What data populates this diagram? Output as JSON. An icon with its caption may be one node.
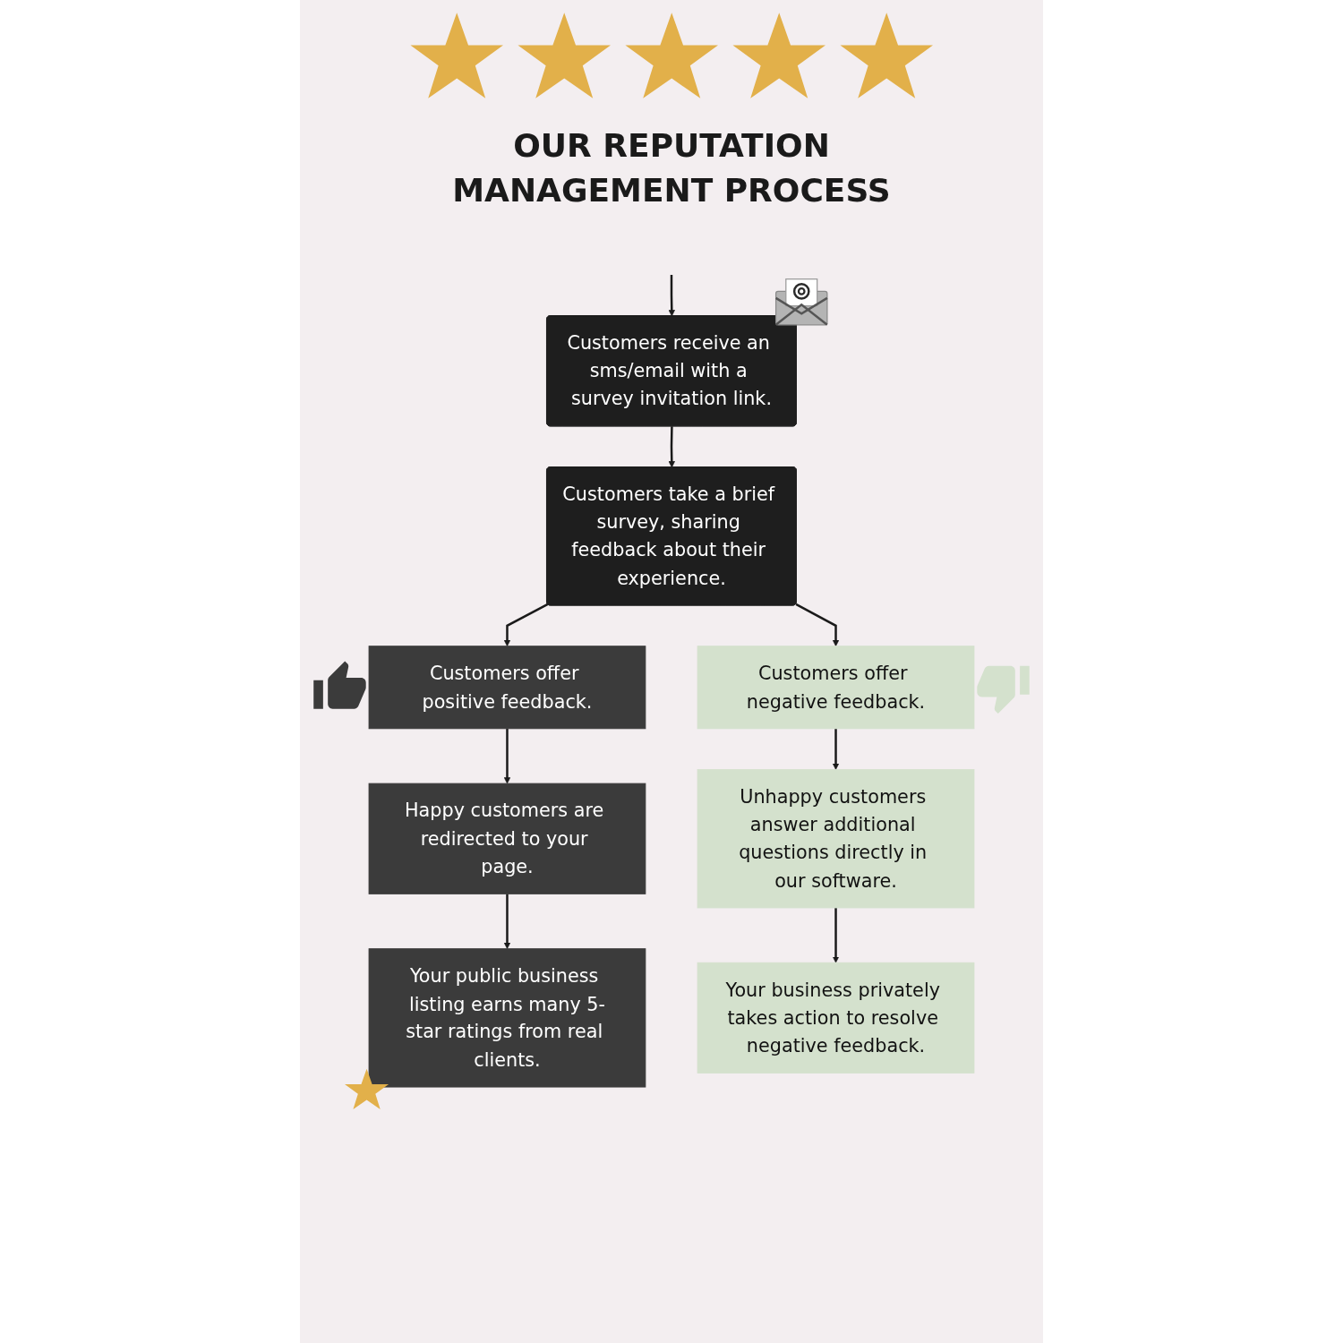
{
  "diagram": {
    "title": "OUR REPUTATION MANAGEMENT PROCESS",
    "nodes": [
      {
        "text": [
          "Customers receive an sms/email with a survey invitation link."
        ]
      },
      {
        "text": [
          "Customers take a brief survey, sharing feedback about their experience."
        ]
      },
      {
        "text": [
          "Customers offer positive feedback."
        ]
      },
      {
        "text": [
          "Customers offer negative feedback."
        ]
      },
      {
        "text": [
          "Happy customers are redirected to your page."
        ]
      },
      {
        "text": [
          "Unhappy customers answer additional questions directly in our software."
        ]
      },
      {
        "text": [
          "Your public business listing earns many 5-star ratings from real clients."
        ]
      },
      {
        "text": [
          "Your business privately takes action to resolve negative feedback."
        ]
      }
    ],
    "edges": [
      {
        "from": null,
        "to": 0,
        "arrow": "to"
      },
      {
        "from": 0,
        "to": 1,
        "arrow": "to"
      },
      {
        "from": 1,
        "to": 2,
        "arrow": "to"
      },
      {
        "from": 1,
        "to": 3,
        "arrow": "to"
      },
      {
        "from": 2,
        "to": 4,
        "arrow": "to"
      },
      {
        "from": 3,
        "to": 5,
        "arrow": "to"
      },
      {
        "from": 4,
        "to": 6,
        "arrow": "to"
      },
      {
        "from": 5,
        "to": 7,
        "arrow": "to"
      }
    ]
  }
}
